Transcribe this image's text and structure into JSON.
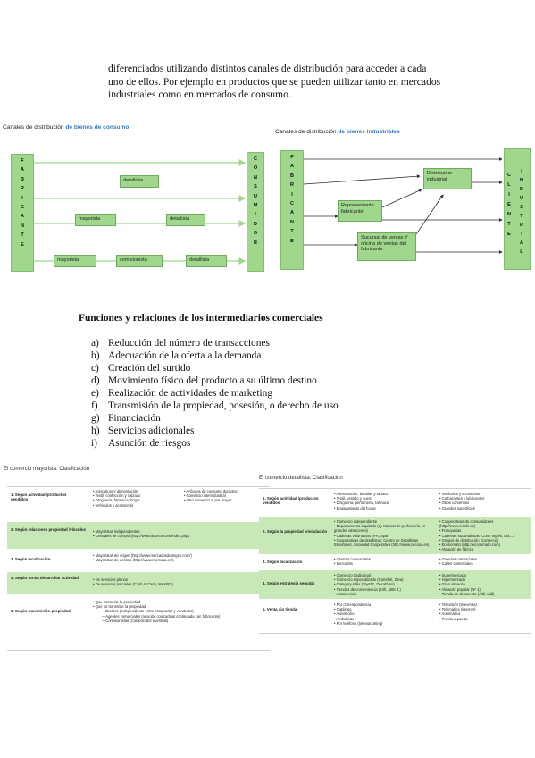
{
  "intro": {
    "lines": [
      "diferenciados utilizando distintos canales de distribución para acceder a cada",
      "uno de ellos. Por ejemplo en productos que se pueden utilizar tanto en mercados",
      "industriales como en mercados de consumo."
    ]
  },
  "diagram_consumo": {
    "title_prefix": "Canales de distribución ",
    "title_highlight": "de bienes de consumo",
    "left_bar": [
      "F",
      "A",
      "B",
      "R",
      "I",
      "C",
      "A",
      "N",
      "T",
      "E"
    ],
    "right_bar": [
      "C",
      "O",
      "N",
      "S",
      "U",
      "M",
      "I",
      "D",
      "O",
      "R"
    ],
    "boxes": {
      "detallista_1": "detallista",
      "mayorista_1": "mayorista",
      "detallista_2": "detallista",
      "mayorista_2": "mayorista",
      "comisionista": "comisionista",
      "detallista_3": "detallista"
    }
  },
  "diagram_industriales": {
    "title_prefix": "Canales de distribución ",
    "title_highlight": "de bienes industriales",
    "left_bar": [
      "F",
      "A",
      "B",
      "R",
      "I",
      "C",
      "A",
      "N",
      "T",
      "E"
    ],
    "cliente_bar": [
      "C",
      "L",
      "I",
      "E",
      "N",
      "T",
      "E"
    ],
    "industrial_bar": [
      "I",
      "N",
      "D",
      "U",
      "S",
      "T",
      "R",
      "I",
      "A",
      "L"
    ],
    "boxes": {
      "distribuidor": "Distribuidor industrial",
      "representante": "Representante fabricante",
      "sucursal": "Sucursal de ventas Y oficina de ventas del fabricante"
    }
  },
  "functions": {
    "heading": "Funciones y relaciones de los intermediarios comerciales",
    "items": [
      {
        "marker": "a)",
        "text": "Reducción del número de transacciones"
      },
      {
        "marker": "b)",
        "text": "Adecuación de la oferta a la demanda"
      },
      {
        "marker": "c)",
        "text": "Creación del surtido"
      },
      {
        "marker": "d)",
        "text": "Movimiento físico del producto a su último destino"
      },
      {
        "marker": "e)",
        "text": "Realización de actividades de marketing"
      },
      {
        "marker": "f)",
        "text": "Transmisión de la propiedad, posesión, o derecho de uso"
      },
      {
        "marker": "g)",
        "text": "Financiación"
      },
      {
        "marker": "h)",
        "text": "Servicios adicionales"
      },
      {
        "marker": "i)",
        "text": "Asunción de riesgos"
      }
    ]
  },
  "mayorista_table": {
    "title": "El comercio mayorista: Clasificación",
    "rows": [
      {
        "label": "1. Según actividad /productos vendidos",
        "col1": [
          "Agricultura y alimentación",
          "Textil, confección y calzado",
          "Droguería, farmacia, hogar",
          "Vehículos y accesorios"
        ],
        "col2": [
          "Artículos de consumo duradero",
          "Comercio interindustrial",
          "Otro comercio al por mayor"
        ]
      },
      {
        "label": "2. Según relaciones propiedad /vínculos",
        "col1": [
          "Mayoristas independientes",
          "Centrales de compra (http://www.anceco.com/index.php)"
        ],
        "col2": []
      },
      {
        "label": "3. Según localización",
        "col1": [
          "Mayoristas de origen (http://www.mercadosdeorigen.com/)",
          "Mayoristas de destino (http://www.mercasa.es/)"
        ],
        "col2": []
      },
      {
        "label": "4. Según forma desarrollar actividad",
        "col1": [
          "De servicios plenos",
          "De servicios parciales (Cash & Carry, MAKRO)"
        ],
        "col2": []
      },
      {
        "label": "5. Según transmisión propiedad",
        "col1": [
          "Que transmite la propiedad",
          "Que no transmite la propiedad:"
        ],
        "sub": [
          "—Brokers (independiente entre comprador y vendedor)",
          "—Agentes comerciales (relación contractual continuada con fabricante)",
          "—Comisionistas (Colaborador eventual)"
        ],
        "col2": []
      }
    ]
  },
  "detallista_table": {
    "title": "El comercio detallista: Clasificación",
    "rows": [
      {
        "label": "1. Según actividad /productos vendidos",
        "col1": [
          "Alimentación, bebidas y tabaco",
          "Textil, vestido y cuero",
          "Droguería, perfumería, farmacia",
          "Equipamiento del hogar"
        ],
        "col2": [
          "Vehículos y accesorios",
          "Carburantes y lubricantes",
          "Otros comercios",
          "Grandes superficies"
        ]
      },
      {
        "label": "2. Según la propiedad /vinculación",
        "col1": [
          "Comercio independiente",
          "Departamento alquilado (ej. Marcas de perfumería en grandes almacenes)",
          "Cadenas voluntarias (IFA, Spar)",
          "Cooperativas de detallistas: Centro de Detallistas Españoles, Sociedad Cooperativa (http://www.cecosa.es)"
        ],
        "col2": [
          "Cooperativas de consumidores (http://www.eroski.es)",
          "Franquicias",
          "Cadenas sucursalistas (Corte Inglés, Dia,...)",
          "Grupos de distribución (Comercio)",
          "Economato (http://economato.com)",
          "Almacén de fábrica"
        ]
      },
      {
        "label": "3. Según localización",
        "col1": [
          "Centros comerciales",
          "Mercados"
        ],
        "col2": [
          "Galerías comerciales",
          "Calles comerciales"
        ]
      },
      {
        "label": "4. Según estrategia seguida",
        "col1": [
          "Comercio tradicional",
          "Comercio especializado (Cortefiel, Zara)",
          "Category killer (Toys'R', Decathlon)",
          "Tiendas de conveniencia (24h., 365 d.)",
          "Autoservicio"
        ],
        "col2": [
          "Supermercado",
          "Hipermercado",
          "Gran almacén",
          "Almacén popular (Nº 1)",
          "Tienda de descuento (Aldi, Lidl)"
        ]
      },
      {
        "label": "5. Venta sin tienda",
        "col1": [
          "Por correspondencia",
          "Catálogo",
          "A domicilio",
          "Ambulante",
          "Por teléfono (telemarketing)"
        ],
        "col2": [
          "Televisión (televenta)",
          "Telemática (internet)",
          "Automática",
          "Puerta a puerta"
        ]
      }
    ]
  }
}
